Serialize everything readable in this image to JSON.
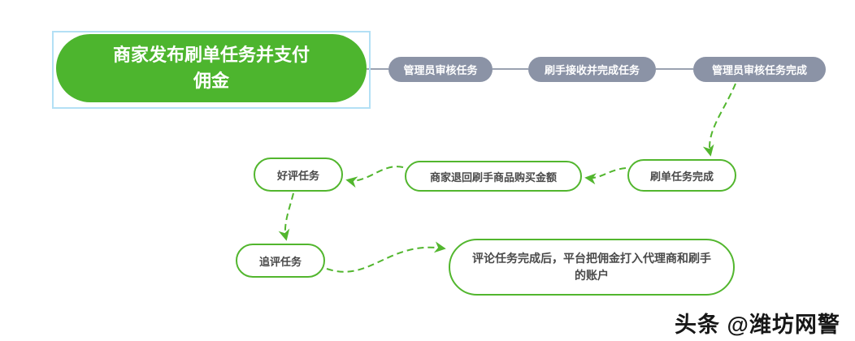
{
  "canvas": {
    "watermark": "头条 @潍坊网警"
  },
  "diagram": {
    "root": {
      "label": "商家发布刷单任务并支付佣金",
      "selected": true
    },
    "process_nodes": [
      {
        "label": "管理员审核任务"
      },
      {
        "label": "刷手接收并完成任务"
      },
      {
        "label": "管理员审核任务完成"
      }
    ],
    "result_nodes": [
      {
        "label": "刷单任务完成"
      },
      {
        "label": "商家退回刷手商品购买金额"
      },
      {
        "label": "好评任务"
      },
      {
        "label": "追评任务"
      },
      {
        "label": "评论任务完成后，平台把佣金打入代理商和刷手的账户"
      }
    ],
    "edges": [
      {
        "from": "商家发布刷单任务并支付佣金",
        "to": "管理员审核任务",
        "style": "solid-gray"
      },
      {
        "from": "管理员审核任务",
        "to": "刷手接收并完成任务",
        "style": "solid-gray"
      },
      {
        "from": "刷手接收并完成任务",
        "to": "管理员审核任务完成",
        "style": "solid-gray"
      },
      {
        "from": "管理员审核任务完成",
        "to": "刷单任务完成",
        "style": "dashed-green-arrow"
      },
      {
        "from": "刷单任务完成",
        "to": "商家退回刷手商品购买金额",
        "style": "dashed-green-arrow"
      },
      {
        "from": "商家退回刷手商品购买金额",
        "to": "好评任务",
        "style": "dashed-green-arrow"
      },
      {
        "from": "好评任务",
        "to": "追评任务",
        "style": "dashed-green-arrow"
      },
      {
        "from": "追评任务",
        "to": "评论任务完成后，平台把佣金打入代理商和刷手的账户",
        "style": "dashed-green-arrow"
      }
    ],
    "colors": {
      "root_green": "#4db52e",
      "capsule_gray": "#8b93a6",
      "outline_green": "#52b62e",
      "arrow_green": "#52b62e",
      "connector_gray": "#9aa2b1",
      "selection_blue": "#b3e0f5",
      "node_text": "#4a4a4a"
    }
  }
}
